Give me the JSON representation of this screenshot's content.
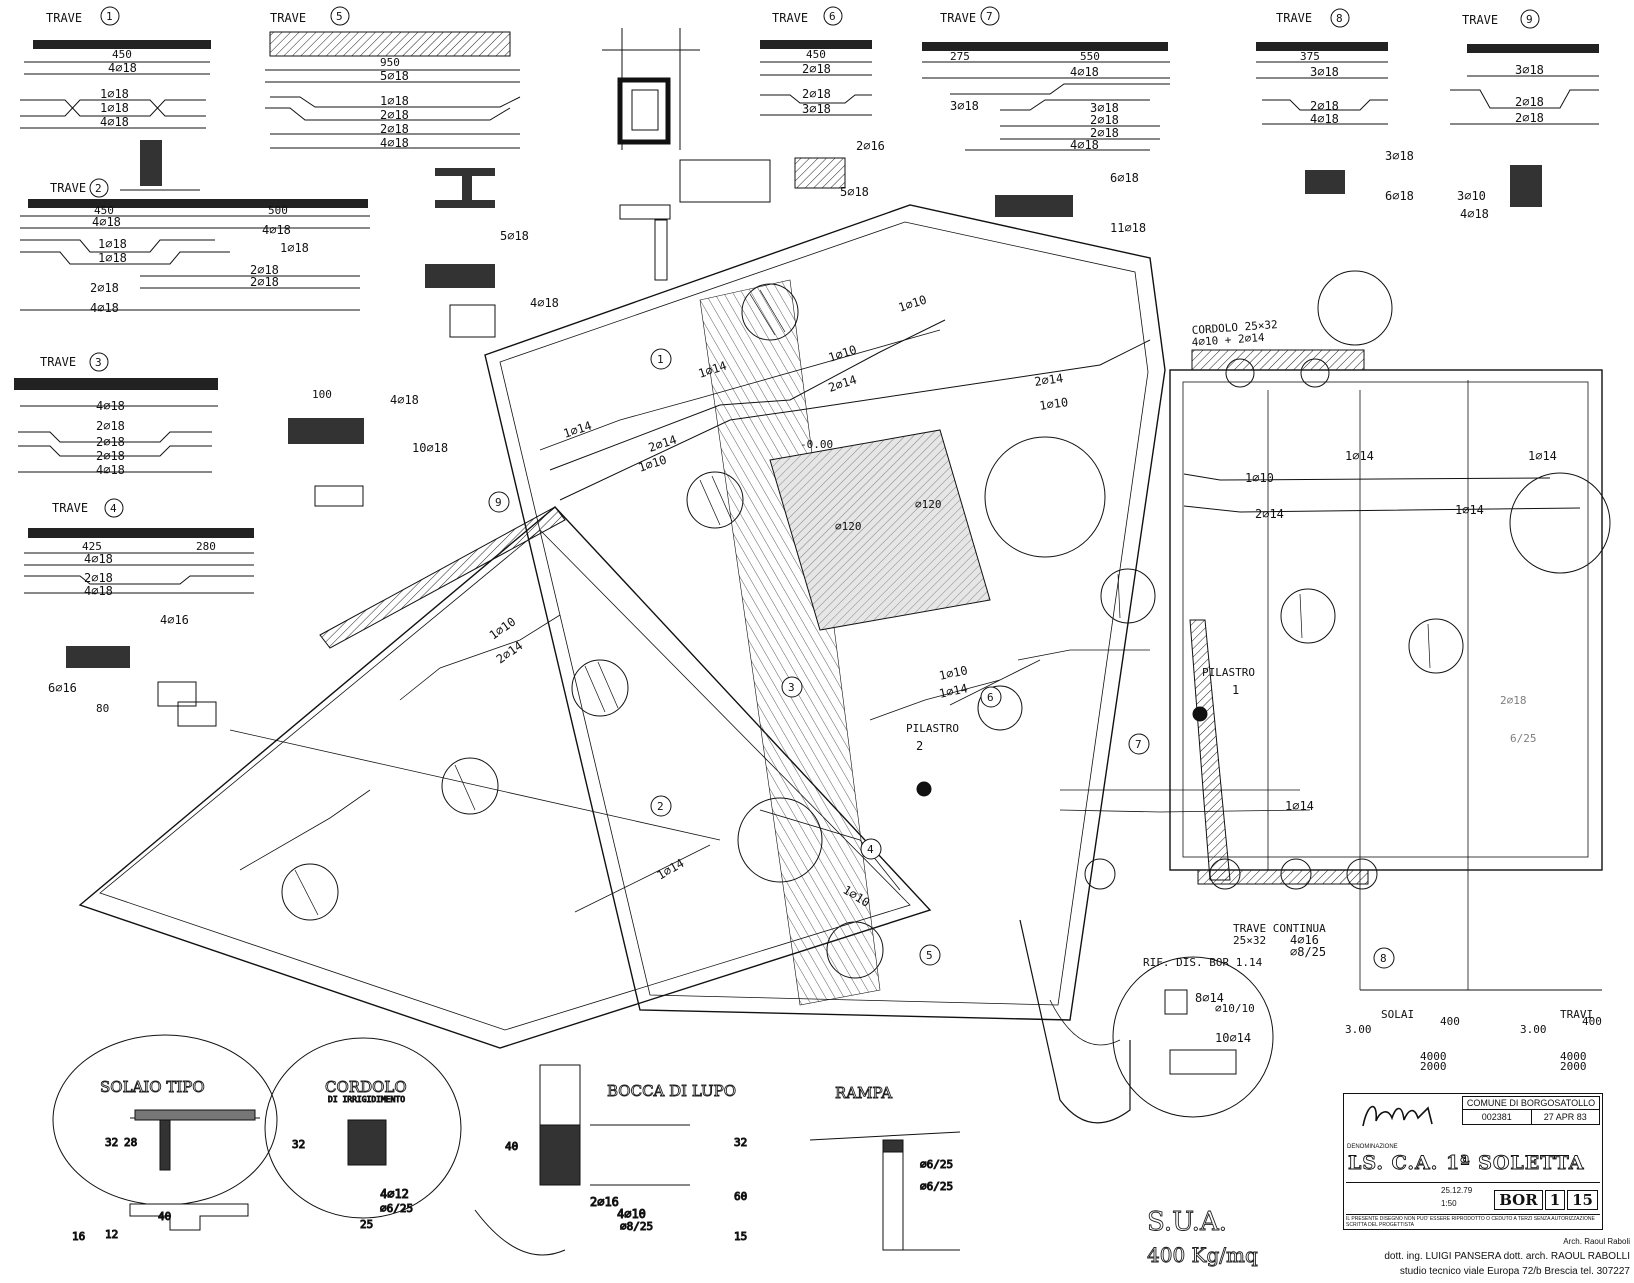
{
  "beams": {
    "trave1": {
      "title": "TRAVE",
      "num": "1",
      "dims": [
        "450",
        "4⌀18",
        "1⌀18",
        "1⌀18",
        "4⌀18"
      ]
    },
    "trave5": {
      "title": "TRAVE",
      "num": "5",
      "dims": [
        "950",
        "5⌀18",
        "1⌀18",
        "2⌀18",
        "2⌀18",
        "4⌀18"
      ]
    },
    "trave6": {
      "title": "TRAVE",
      "num": "6",
      "dims": [
        "450",
        "2⌀18",
        "2⌀18",
        "3⌀18",
        "2⌀16",
        "5⌀18"
      ]
    },
    "trave7": {
      "title": "TRAVE",
      "num": "7",
      "dims": [
        "275",
        "550",
        "4⌀18",
        "3⌀18",
        "3⌀18",
        "2⌀18",
        "2⌀18",
        "4⌀18",
        "6⌀18",
        "11⌀18"
      ]
    },
    "trave8": {
      "title": "TRAVE",
      "num": "8",
      "dims": [
        "375",
        "3⌀18",
        "2⌀18",
        "4⌀18",
        "3⌀18",
        "6⌀18"
      ]
    },
    "trave9": {
      "title": "TRAVE",
      "num": "9",
      "dims": [
        "3⌀18",
        "2⌀18",
        "2⌀18",
        "3⌀10",
        "4⌀18"
      ]
    },
    "trave2": {
      "title": "TRAVE",
      "num": "2",
      "dims": [
        "450",
        "4⌀18",
        "1⌀18",
        "1⌀18",
        "2⌀18",
        "4⌀18",
        "1⌀18",
        "2⌀18",
        "2⌀18",
        "4⌀18",
        "500"
      ]
    },
    "trave3": {
      "title": "TRAVE",
      "num": "3",
      "dims": [
        "4⌀18",
        "2⌀18",
        "2⌀18",
        "2⌀18",
        "4⌀18",
        "4⌀18",
        "10⌀18",
        "100"
      ]
    },
    "trave4": {
      "title": "TRAVE",
      "num": "4",
      "dims": [
        "425",
        "280",
        "4⌀18",
        "2⌀18",
        "4⌀18",
        "4⌀16",
        "6⌀16",
        "80"
      ]
    }
  },
  "plan": {
    "rebars": [
      "1⌀10",
      "2⌀14",
      "1⌀14",
      "1⌀10",
      "2⌀14",
      "1⌀14",
      "1⌀10",
      "2⌀14",
      "1⌀10",
      "1⌀14",
      "1⌀10",
      "1⌀14",
      "1⌀14",
      "1⌀10",
      "2⌀14",
      "1⌀10",
      "1⌀14",
      "1⌀14",
      "2⌀14",
      "1⌀10",
      "1⌀14"
    ],
    "circle_labels": [
      "1",
      "2",
      "3",
      "4",
      "5",
      "6",
      "7",
      "8",
      "9"
    ],
    "pilastro1": {
      "label": "PILASTRO",
      "num": "1"
    },
    "pilastro2": {
      "label": "PILASTRO",
      "num": "2"
    },
    "cordolo_note": "CORDOLO 25×32",
    "cordolo_bars": "4⌀10 + 2⌀14",
    "trave_continua": "TRAVE CONTINUA",
    "trave_continua_sec": "25×32",
    "trave_continua_bars": "4⌀16",
    "trave_continua_stir": "⌀8/25",
    "rif_dis": "RIF. DIS. BOR 1.14",
    "detail_bars": [
      "8⌀14",
      "10⌀14",
      "⌀10/10"
    ],
    "level": "-0.00",
    "pozzo": "⌀120",
    "solai": "SOLAI",
    "travi": "TRAVI",
    "loads": [
      "3.00",
      "400",
      "3.00",
      "400",
      "4000",
      "2000",
      "4000",
      "2000"
    ],
    "bottom_rebars": [
      "2⌀18",
      "6/25"
    ]
  },
  "details": {
    "solaio": "SOLAIO TIPO",
    "cordolo": "CORDOLO",
    "cordolo_sub": "DI IRRIGIDIMENTO",
    "bocca": "BOCCA DI LUPO",
    "rampa": "RAMPA",
    "solaio_dims": [
      "32",
      "28",
      "40",
      "12",
      "16"
    ],
    "cordolo_dims": [
      "4⌀12",
      "⌀6/25",
      "32",
      "25"
    ],
    "bocca_dims": [
      "2⌀16",
      "4⌀10",
      "⌀8/25",
      "32",
      "60",
      "15",
      "40"
    ],
    "rampa_dims": [
      "⌀6/25",
      "⌀6/25"
    ]
  },
  "load_note": {
    "line1": "S.U.A.",
    "line2": "400 Kg/mq"
  },
  "title_block": {
    "comune": "COMUNE DI BORGOSATOLLO",
    "protocol": "002381",
    "date_stamp": "27 APR 83",
    "denominazione_caption": "DENOMINAZIONE",
    "project": "LS. C.A. 1ª SOLETTA",
    "data": "25.12.79",
    "scala": "1:50",
    "code": "BOR",
    "sheet": "1",
    "sheet_no": "15",
    "note": "IL PRESENTE DISEGNO NON PUO' ESSERE RIPRODOTTO O CEDUTO A TERZI SENZA AUTORIZZAZIONE SCRITTA DEL PROGETTISTA"
  },
  "credits": {
    "arch": "Arch. Raoul Raboli",
    "names": "dott. ing. LUIGI PANSERA  dott. arch. RAOUL RABOLLI",
    "address": "studio tecnico viale Europa 72/b Brescia tel. 307227"
  }
}
